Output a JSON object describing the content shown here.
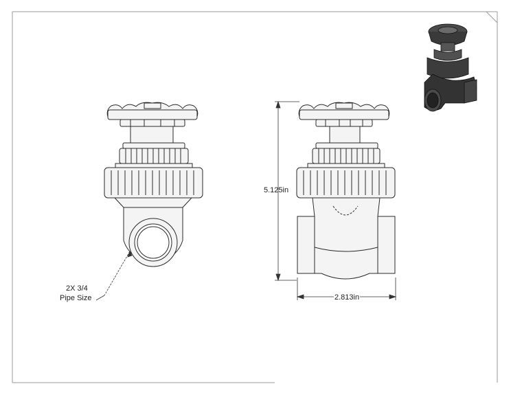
{
  "drawing": {
    "callout_line1": "2X 3/4",
    "callout_line2": "Pipe Size",
    "height_dimension": "5.125in",
    "width_dimension": "2.813in"
  },
  "colors": {
    "line": "#2a2a2a",
    "border": "#9a9a9a",
    "part_fill": "#f4f4f4",
    "iso_dark": "#3a3a3a"
  }
}
